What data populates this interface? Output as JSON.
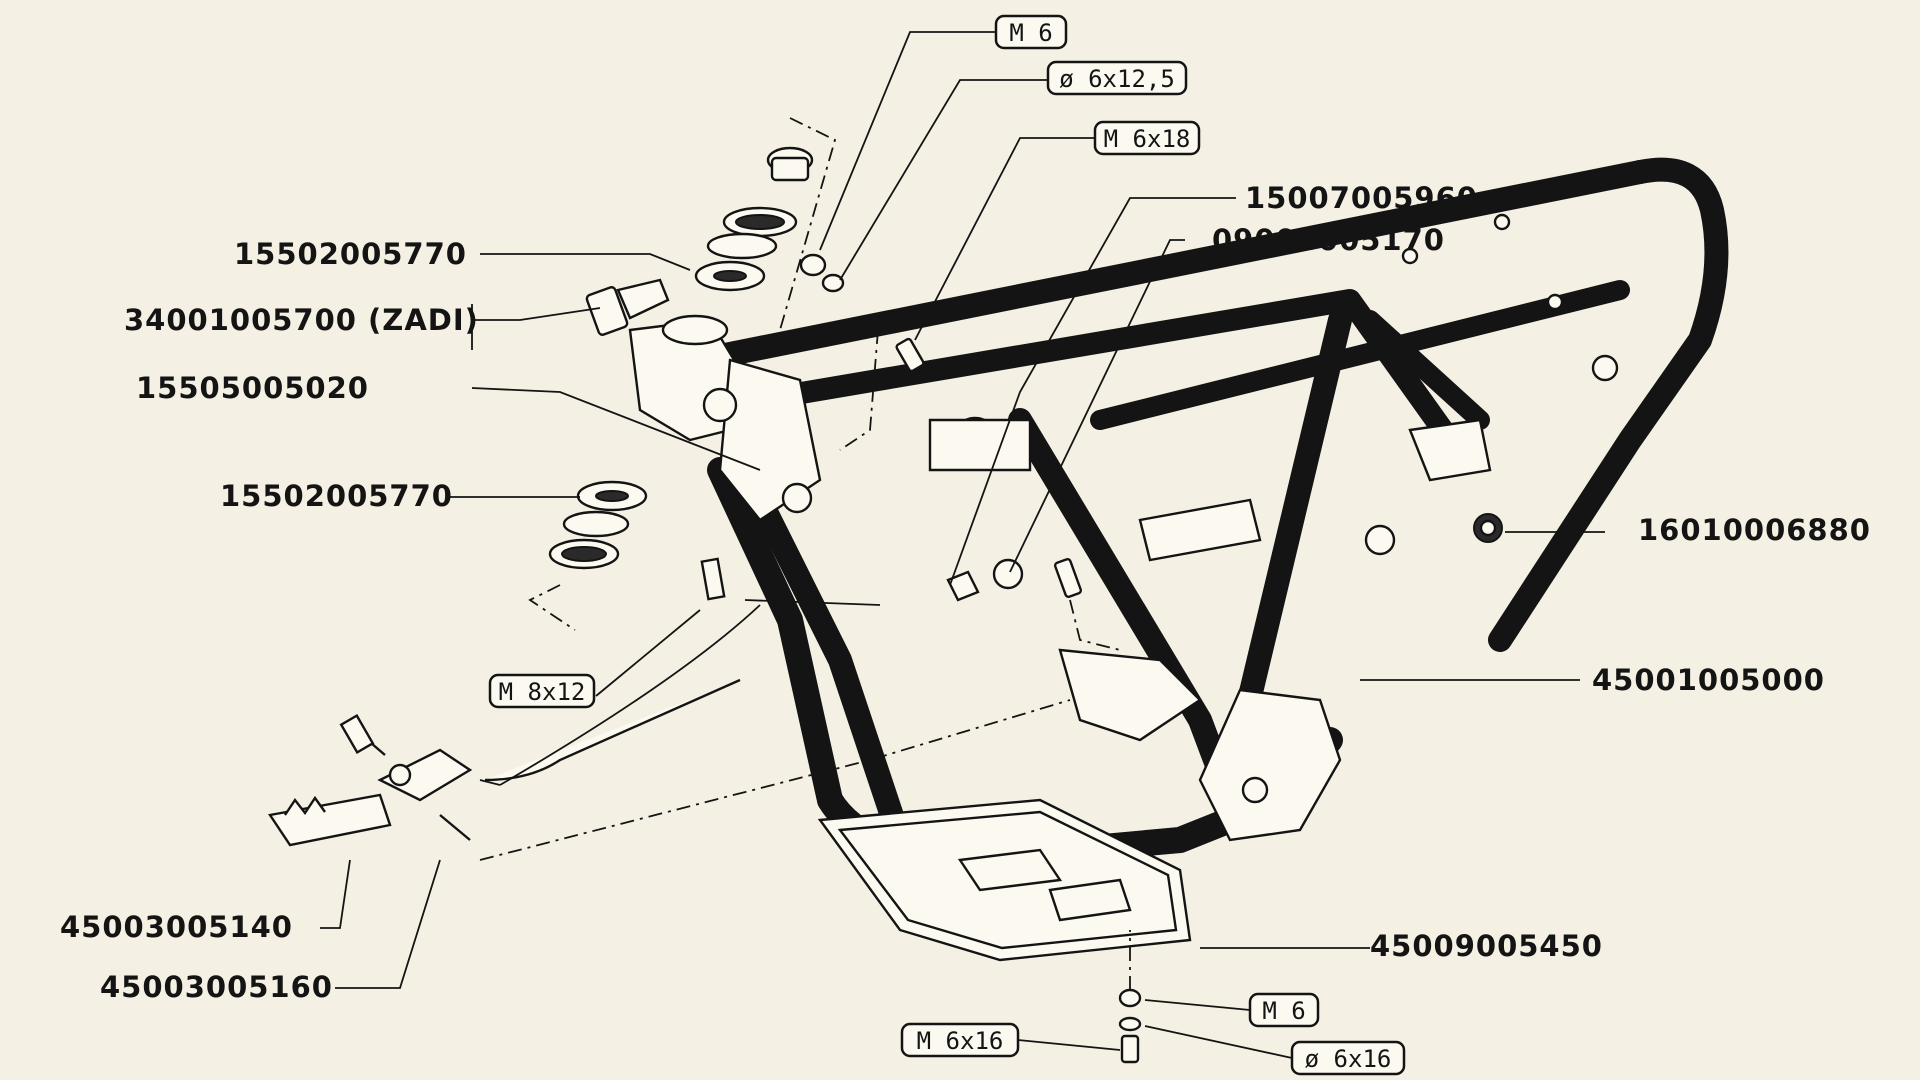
{
  "part_numbers": {
    "steering_race_upper": "15502005770",
    "ignition_lock": "34001005700 (ZADI)",
    "lock_bolt": "15505005020",
    "steering_race_lower": "15502005770",
    "cable_clip": "15007005960",
    "screw": "09004005170",
    "frame_bushing": "16010006880",
    "frame": "45001005000",
    "skid_plate": "45009005450",
    "side_stand": "45003005140",
    "stand_spring": "45003005160"
  },
  "hardware_tags": {
    "nut_m6_top": "M 6",
    "washer_6x12_5": "ø 6x12,5",
    "bolt_m6x18": "M 6x18",
    "bolt_m8x12": "M 8x12",
    "nut_m6_bottom": "M 6",
    "washer_6x16": "ø 6x16",
    "bolt_m6x16": "M 6x16"
  }
}
